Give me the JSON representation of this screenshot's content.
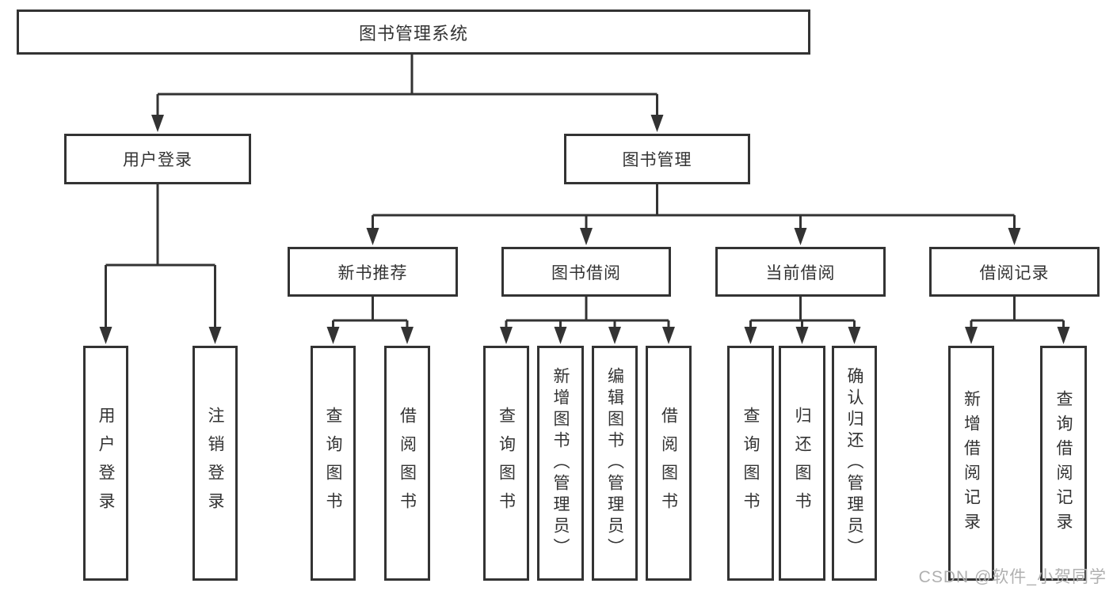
{
  "diagram": {
    "title": "图书管理系统",
    "line_color": "#333333",
    "box_border_color": "#333333",
    "text_color": "#333333",
    "background_color": "#ffffff",
    "branches": [
      {
        "label": "用户登录",
        "children": [
          {
            "label": "用户登录"
          },
          {
            "label": "注销登录"
          }
        ]
      },
      {
        "label": "图书管理",
        "children": [
          {
            "label": "新书推荐",
            "children": [
              {
                "label": "查询图书"
              },
              {
                "label": "借阅图书"
              }
            ]
          },
          {
            "label": "图书借阅",
            "children": [
              {
                "label": "查询图书"
              },
              {
                "label": "新增图书（管理员）"
              },
              {
                "label": "编辑图书（管理员）"
              },
              {
                "label": "借阅图书"
              }
            ]
          },
          {
            "label": "当前借阅",
            "children": [
              {
                "label": "查询图书"
              },
              {
                "label": "归还图书"
              },
              {
                "label": "确认归还（管理员）"
              }
            ]
          },
          {
            "label": "借阅记录",
            "children": [
              {
                "label": "新增借阅记录"
              },
              {
                "label": "查询借阅记录"
              }
            ]
          }
        ]
      }
    ]
  },
  "watermark": {
    "text": "CSDN @软件_小贺同学",
    "color": "#b0b0b0"
  }
}
